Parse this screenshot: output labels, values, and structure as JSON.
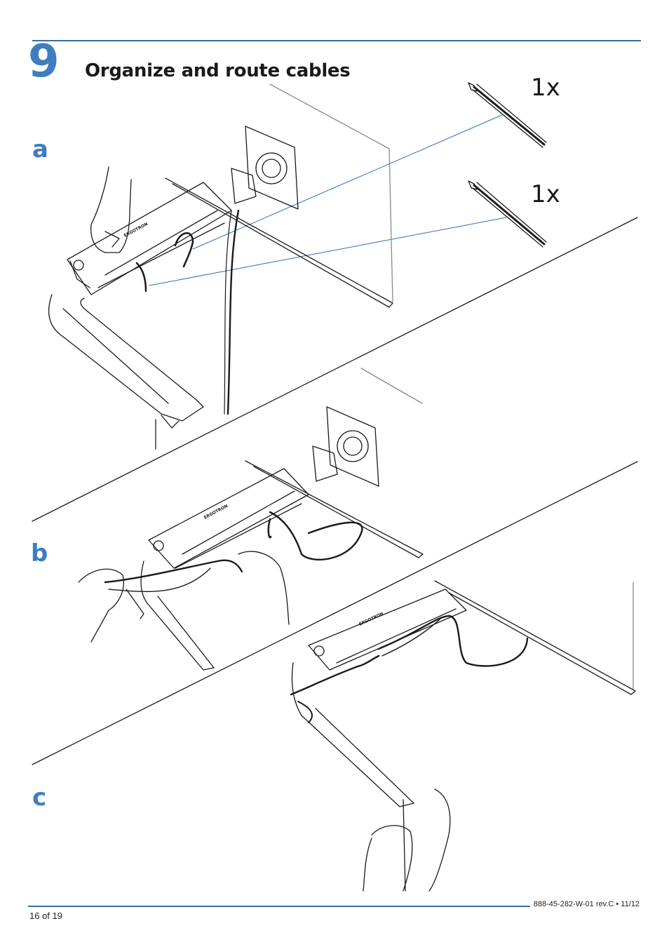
{
  "step": {
    "number": "9",
    "title": "Organize and route cables"
  },
  "panels": [
    {
      "label": "a"
    },
    {
      "label": "b"
    },
    {
      "label": "c"
    }
  ],
  "parts": [
    {
      "quantity": "1x",
      "icon": "cable-tie-icon"
    },
    {
      "quantity": "1x",
      "icon": "cable-tie-icon"
    }
  ],
  "brand_mark": "ERGOTRON",
  "footer": {
    "page": "16 of 19",
    "doc_id": "888-45-282-W-01 rev.C • 11/12"
  },
  "colors": {
    "accent": "#3f7dbf",
    "rule": "#3c6e9a",
    "line_art": "#1a1a1a",
    "callout": "#2f6fb5"
  }
}
